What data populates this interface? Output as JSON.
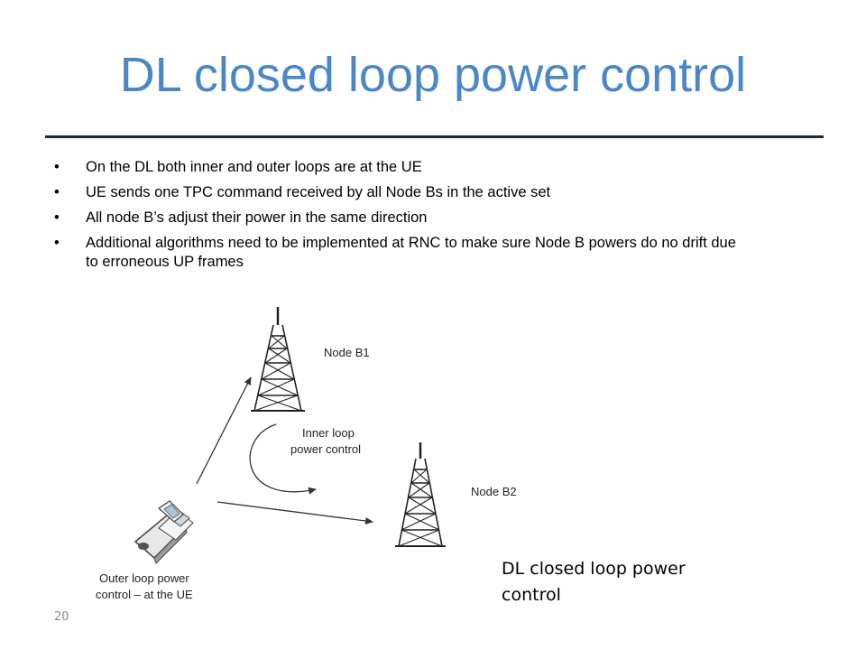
{
  "slide": {
    "title": "DL closed loop power control",
    "bullets": [
      "On the DL both inner and outer loops are at the UE",
      "UE sends one TPC command received by all Node Bs in the active set",
      "All node B’s adjust their power in the same direction",
      "Additional algorithms need to be implemented at RNC to make sure Node B powers do no drift due to erroneous UP frames"
    ],
    "caption": "DL closed loop power control",
    "page_number": "20"
  },
  "diagram": {
    "node_b1_label": "Node B1",
    "node_b2_label": "Node B2",
    "inner_loop_line1": "Inner loop",
    "inner_loop_line2": "power control",
    "outer_loop_line1": "Outer loop power",
    "outer_loop_line2": "control – at the UE"
  }
}
